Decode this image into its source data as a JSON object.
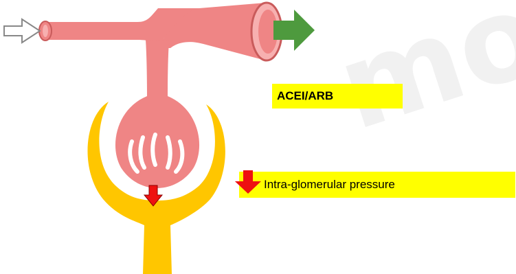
{
  "labels": {
    "drug": "ACEI/ARB",
    "effect": "Intra-glomerular pressure"
  },
  "watermark": "mon",
  "colors": {
    "vessel": "#ef8585",
    "vessel_dark": "#d76666",
    "capsule": "#ffc600",
    "label_bg": "#ffff00",
    "down_arrow": "#ee1111",
    "out_arrow": "#4e9a3e",
    "in_arrow": "#ffffff"
  },
  "icons": {
    "inflow": "afferent-inflow-arrow-icon",
    "outflow": "efferent-outflow-arrow-icon",
    "decrease": "decrease-arrow-icon"
  }
}
